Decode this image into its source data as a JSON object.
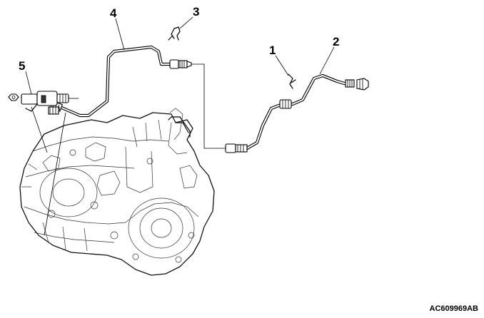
{
  "callouts": [
    {
      "id": "1",
      "label": "1"
    },
    {
      "id": "2",
      "label": "2"
    },
    {
      "id": "3",
      "label": "3"
    },
    {
      "id": "4",
      "label": "4"
    },
    {
      "id": "5",
      "label": "5"
    }
  ],
  "figure_code": "AC609969AB"
}
